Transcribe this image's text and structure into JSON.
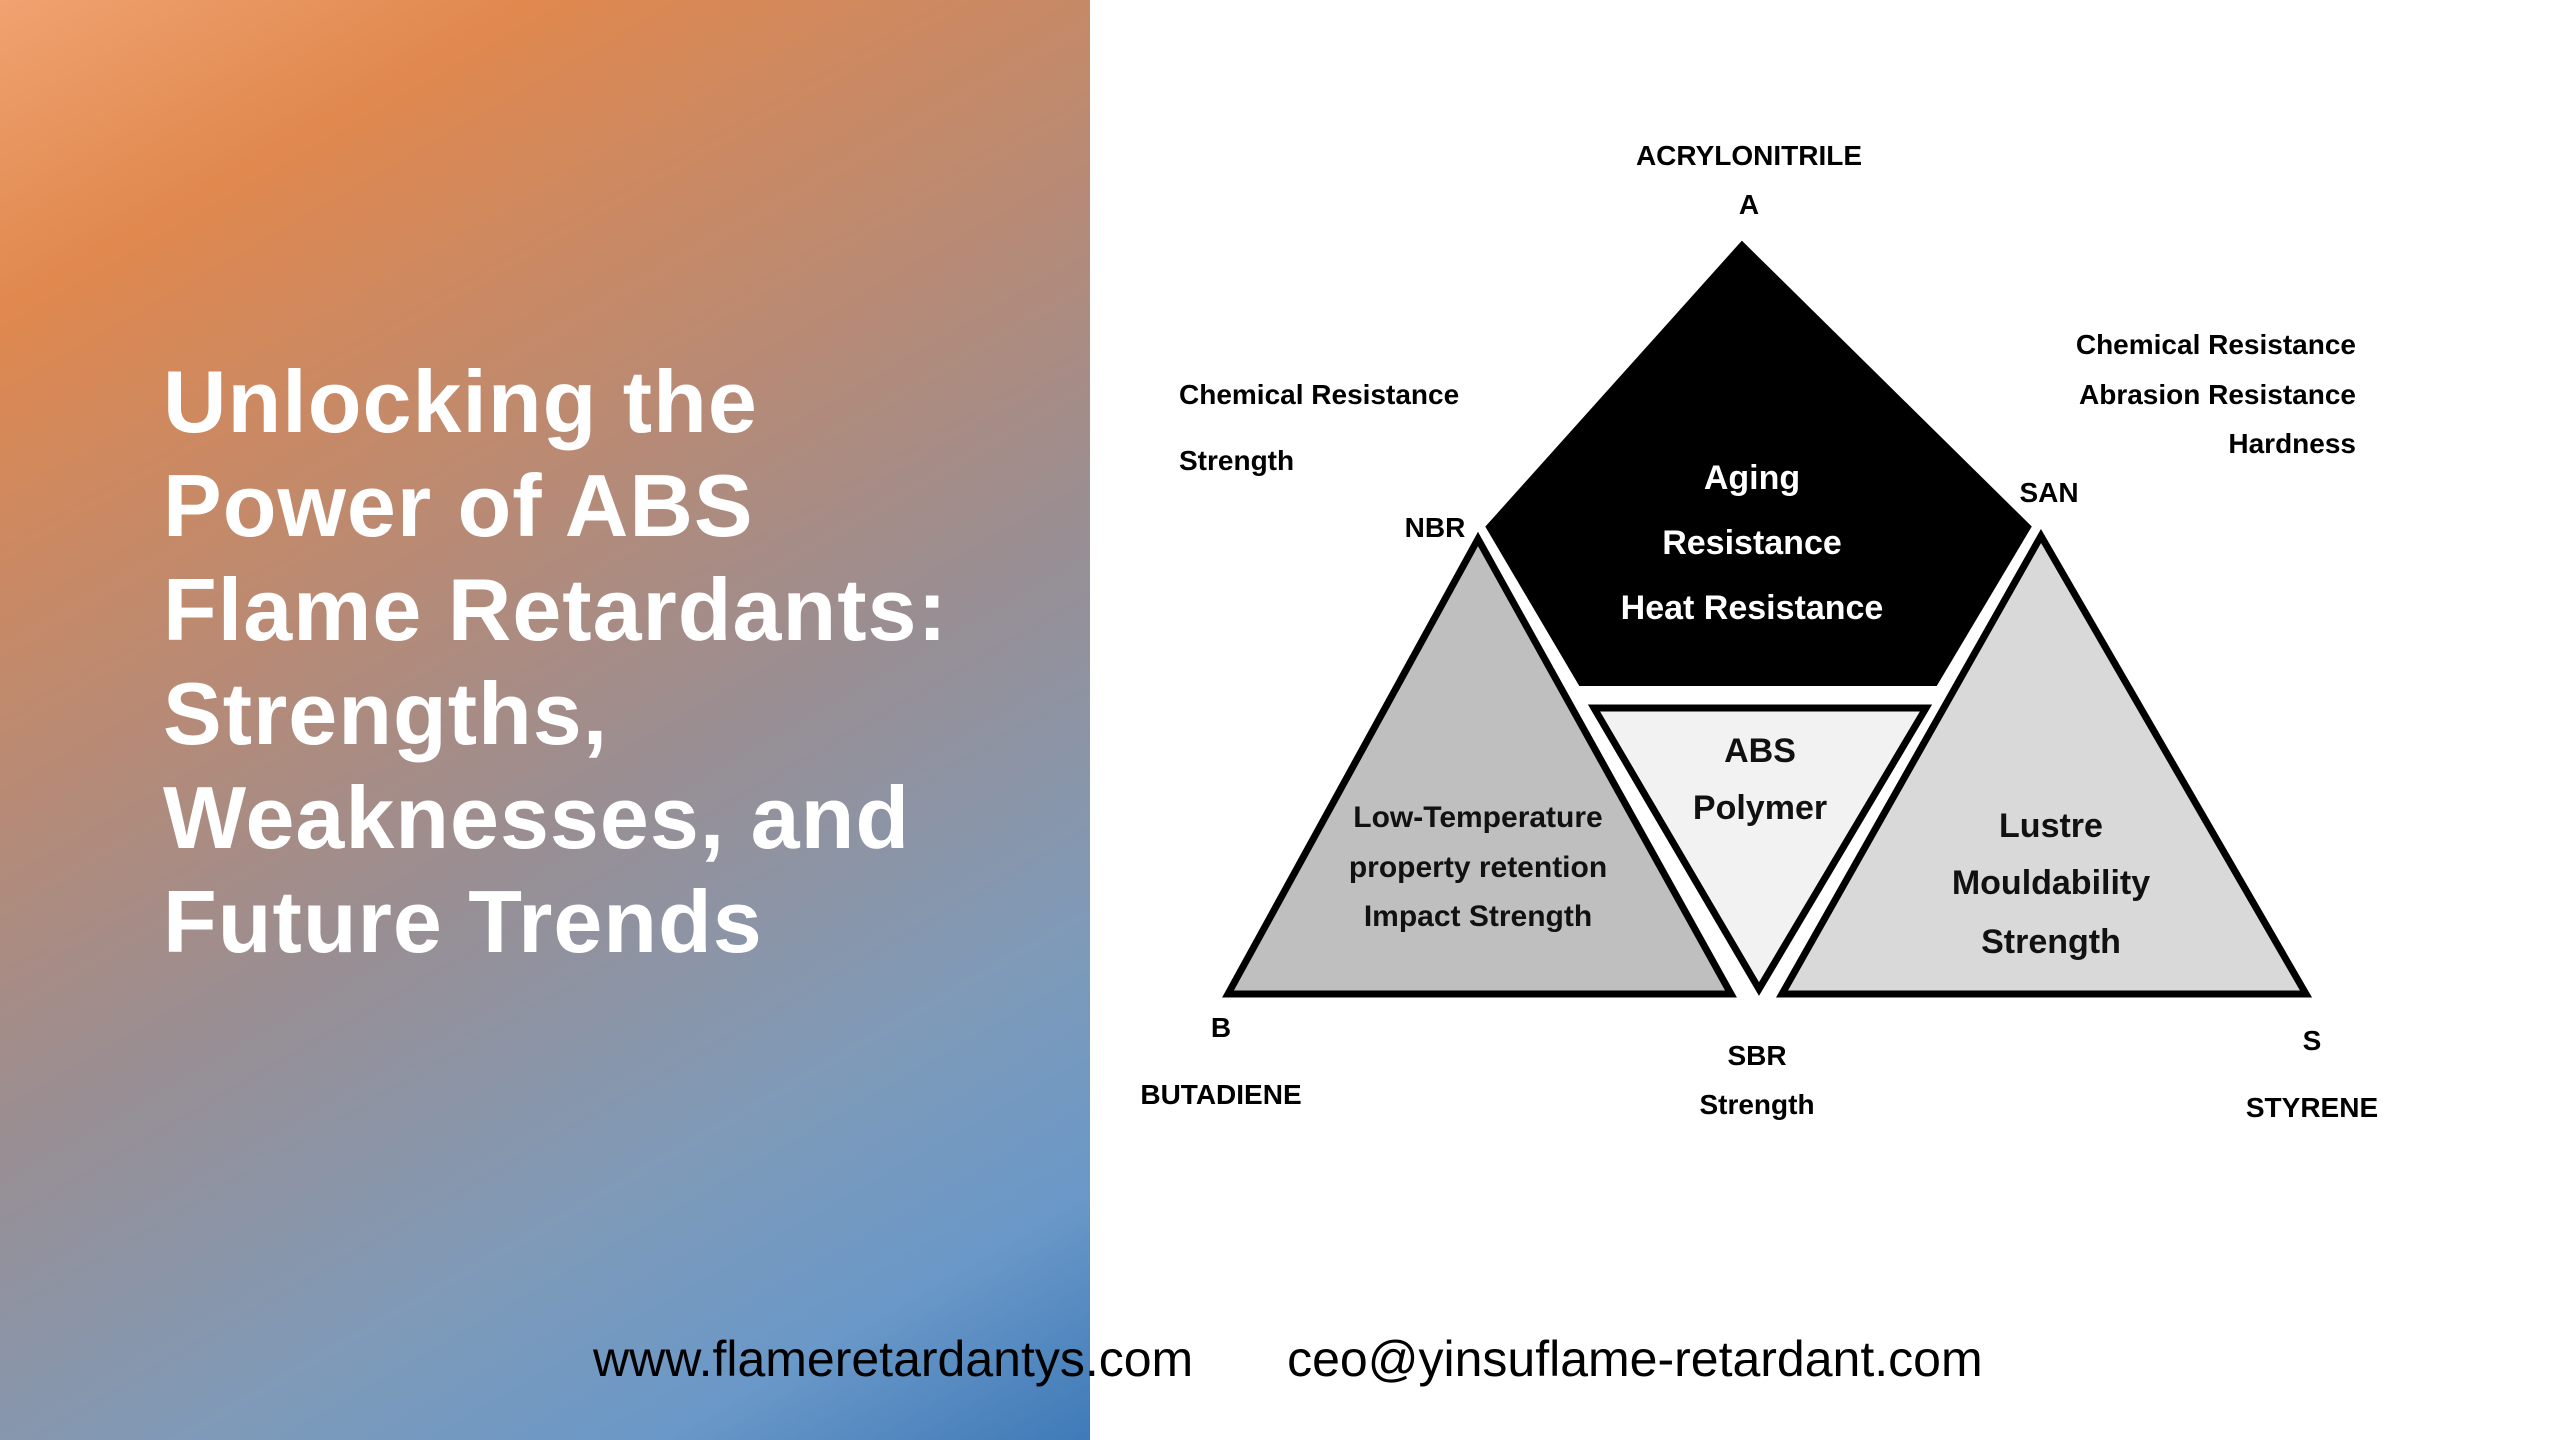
{
  "title_lines": [
    "Unlocking the",
    "Power of ABS",
    "Flame Retardants:",
    "Strengths,",
    "Weaknesses, and",
    "Future Trends"
  ],
  "diagram": {
    "top": {
      "name": "ACRYLONITRILE",
      "letter": "A"
    },
    "left_corner": {
      "name": "BUTADIENE",
      "letter": "B"
    },
    "right_corner": {
      "name": "STYRENE",
      "letter": "S"
    },
    "nbr": {
      "label": "NBR",
      "props": [
        "Chemical Resistance",
        "Strength"
      ]
    },
    "san": {
      "label": "SAN",
      "props": [
        "Chemical Resistance",
        "Abrasion Resistance",
        "Hardness"
      ]
    },
    "sbr": {
      "label": "SBR",
      "props": [
        "Strength"
      ]
    },
    "top_shape": [
      "Aging",
      "Resistance",
      "Heat Resistance"
    ],
    "left_shape": [
      "Low-Temperature",
      "property retention",
      "Impact Strength"
    ],
    "right_shape": [
      "Lustre",
      "Mouldability",
      "Strength"
    ],
    "center_shape": [
      "ABS",
      "Polymer"
    ],
    "colors": {
      "top": "#000000",
      "left": "#bfbfbf",
      "right": "#d9d9d9",
      "center": "#f2f2f2"
    }
  },
  "footer": {
    "website": "www.flameretardantys.com",
    "email": "ceo@yinsuflame-retardant.com"
  }
}
